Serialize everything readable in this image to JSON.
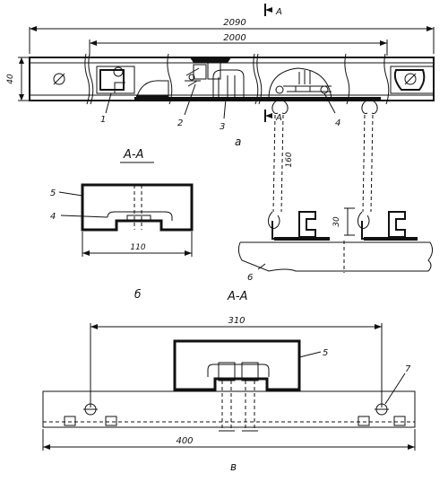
{
  "view_a": {
    "dim_total": "2090",
    "dim_inner": "2000",
    "dim_height": "40",
    "dim_drop": "160",
    "dim_hook": "30",
    "section_mark": "A",
    "caption": "а",
    "labels": [
      "1",
      "2",
      "3",
      "4",
      "6"
    ]
  },
  "view_b": {
    "section_title": "А-А",
    "dim_width": "110",
    "labels": [
      "5",
      "4"
    ],
    "caption": "б"
  },
  "view_c": {
    "section_title": "А-А",
    "dim_spacing": "310",
    "dim_length": "400",
    "labels": [
      "5",
      "7"
    ],
    "caption": "в"
  }
}
